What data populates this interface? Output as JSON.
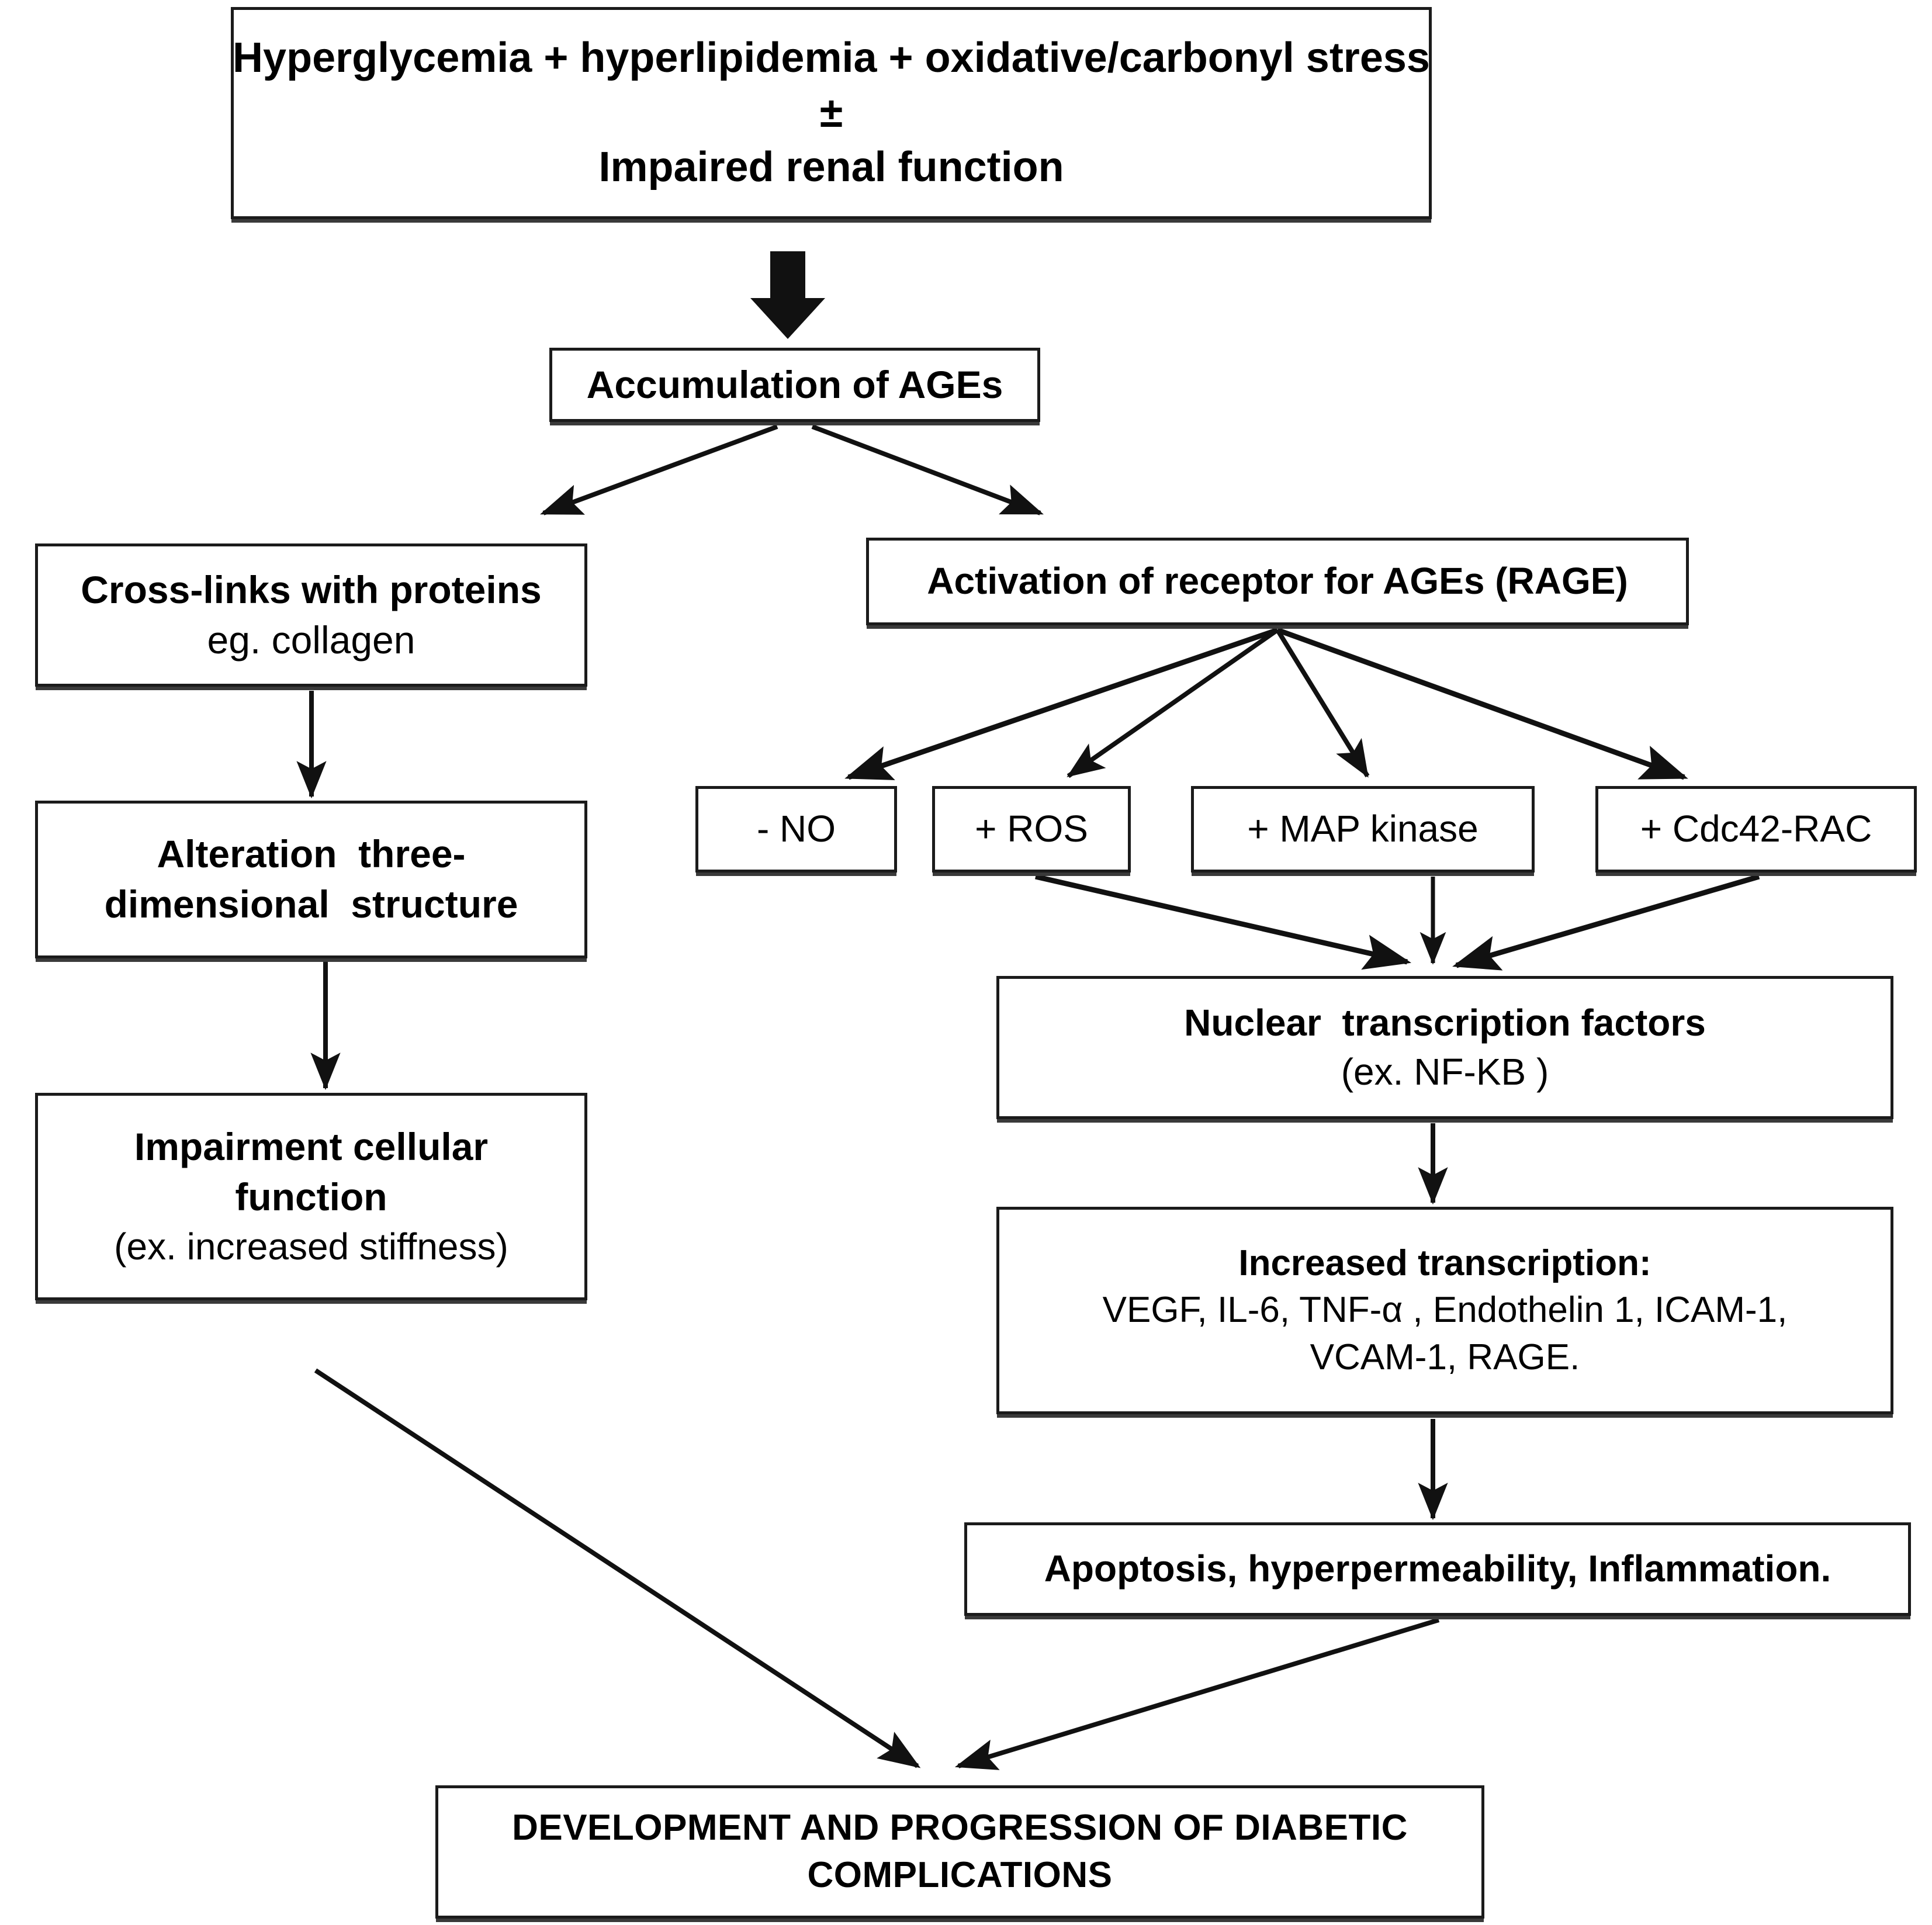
{
  "diagram": {
    "title": "Pathway of AGE accumulation leading to diabetic complications",
    "stroke_color": "#1b1b1b",
    "background_color": "#ffffff",
    "nodes": {
      "top_stimuli": {
        "line1": "Hyperglycemia + hyperlipidemia + oxidative/carbonyl stress",
        "line2": "±",
        "line3": "Impaired renal function"
      },
      "accumulation": {
        "line1": "Accumulation of AGEs"
      },
      "cross_links": {
        "line1": "Cross-links with proteins",
        "line2": "eg. collagen"
      },
      "rage_activation": {
        "line1": "Activation of receptor for AGEs (RAGE)"
      },
      "no": {
        "line1": "- NO"
      },
      "ros": {
        "line1": "+ ROS"
      },
      "map_kinase": {
        "line1": "+ MAP kinase"
      },
      "cdc42_rac": {
        "line1": "+ Cdc42-RAC"
      },
      "alteration": {
        "line1": "Alteration  three-",
        "line2": "dimensional  structure"
      },
      "impairment": {
        "line1": "Impairment cellular",
        "line2": "function",
        "line3": "(ex. increased stiffness)"
      },
      "nuclear_tf": {
        "line1": "Nuclear  transcription factors",
        "line2": "(ex. NF-KB )"
      },
      "increased_transcription": {
        "line1": "Increased transcription:",
        "line2": "VEGF, IL-6, TNF-α , Endothelin 1, ICAM-1,",
        "line3": "VCAM-1, RAGE."
      },
      "apoptosis": {
        "line1": "Apoptosis, hyperpermeability, Inflammation."
      },
      "development": {
        "line1": "DEVELOPMENT AND PROGRESSION OF DIABETIC",
        "line2": "COMPLICATIONS"
      }
    },
    "edges": [
      {
        "name": "stimuli-to-accumulation",
        "style": "thick-block-arrow"
      },
      {
        "name": "accumulation-to-cross-links",
        "style": "diagonal-arrow"
      },
      {
        "name": "accumulation-to-rage",
        "style": "diagonal-arrow"
      },
      {
        "name": "cross-links-to-alteration",
        "style": "vertical-arrow"
      },
      {
        "name": "alteration-to-impairment",
        "style": "vertical-arrow"
      },
      {
        "name": "rage-to-no",
        "style": "fan-arrow"
      },
      {
        "name": "rage-to-ros",
        "style": "fan-arrow"
      },
      {
        "name": "rage-to-map-kinase",
        "style": "fan-arrow"
      },
      {
        "name": "rage-to-cdc42-rac",
        "style": "fan-arrow"
      },
      {
        "name": "ros-to-nuclear-tf",
        "style": "diagonal-arrow"
      },
      {
        "name": "map-kinase-to-nuclear-tf",
        "style": "vertical-arrow"
      },
      {
        "name": "cdc42-rac-to-nuclear-tf",
        "style": "diagonal-arrow"
      },
      {
        "name": "nuclear-tf-to-increased-transcription",
        "style": "vertical-arrow"
      },
      {
        "name": "increased-transcription-to-apoptosis",
        "style": "vertical-arrow"
      },
      {
        "name": "impairment-to-development",
        "style": "diagonal-arrow"
      },
      {
        "name": "apoptosis-to-development",
        "style": "diagonal-arrow"
      }
    ]
  }
}
